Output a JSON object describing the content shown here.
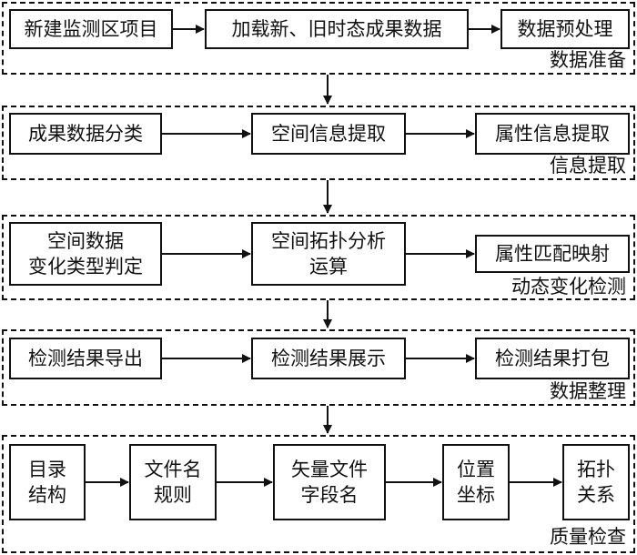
{
  "stages": [
    {
      "label": "数据准备",
      "boxes": [
        "新建监测区项目",
        "加载新、旧时态成果数据",
        "数据预处理"
      ]
    },
    {
      "label": "信息提取",
      "boxes": [
        "成果数据分类",
        "空间信息提取",
        "属性信息提取"
      ]
    },
    {
      "label": "动态变化检测",
      "boxes": [
        "空间数据\n变化类型判定",
        "空间拓扑分析\n运算",
        "属性匹配映射"
      ]
    },
    {
      "label": "数据整理",
      "boxes": [
        "检测结果导出",
        "检测结果展示",
        "检测结果打包"
      ]
    },
    {
      "label": "质量检查",
      "boxes": [
        "目录\n结构",
        "文件名\n规则",
        "矢量文件\n字段名",
        "位置\n坐标",
        "拓扑\n关系"
      ]
    }
  ]
}
